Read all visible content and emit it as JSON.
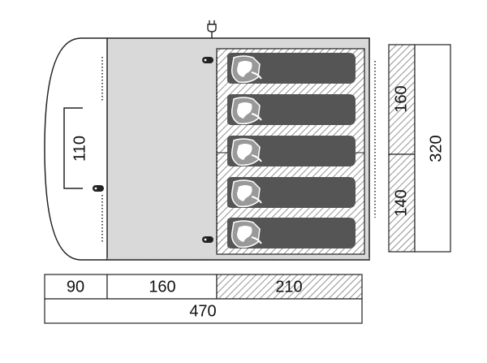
{
  "diagram": {
    "dimensions": {
      "vestibule_depth": "90",
      "living_area_depth": "160",
      "bedroom_depth": "210",
      "total_length": "470",
      "total_width": "320",
      "bedroom_upper_width": "160",
      "bedroom_lower_width": "140",
      "door_width": "110"
    },
    "sleeping_bag_count": 5,
    "icons": [
      "power-plug-icon",
      "sleeping-bag-icon"
    ],
    "colors": {
      "outline": "#222222",
      "floor": "#d9d9d9",
      "sleeping_bag": "#555555",
      "hatch": "#777777"
    }
  }
}
